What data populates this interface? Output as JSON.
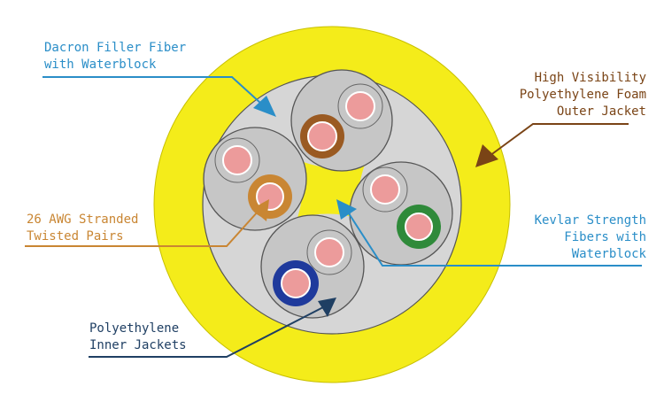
{
  "colors": {
    "outer_jacket": "#f4ec1a",
    "core": "#d6d6d6",
    "inner_jacket": "#c6c6c6",
    "fiber_fill": "#ec9b9b",
    "dacron_blue": "#2a8ec8",
    "brown": "#9a5a22",
    "orange": "#c98633",
    "navy": "#1f3f63",
    "green": "#2f8a3a",
    "dark_blue": "#1f3a9c"
  },
  "labels": {
    "dacron": {
      "lines": [
        "Dacron Filler Fiber",
        "with Waterblock"
      ]
    },
    "outer_jacket": {
      "lines": [
        "High Visibility",
        "Polyethylene Foam",
        "Outer Jacket"
      ]
    },
    "awg": {
      "lines": [
        "26 AWG Stranded",
        "Twisted Pairs"
      ]
    },
    "kevlar": {
      "lines": [
        "Kevlar Strength",
        "Fibers with",
        "Waterblock"
      ]
    },
    "inner_jackets": {
      "lines": [
        "Polyethylene",
        "Inner Jackets"
      ]
    }
  }
}
